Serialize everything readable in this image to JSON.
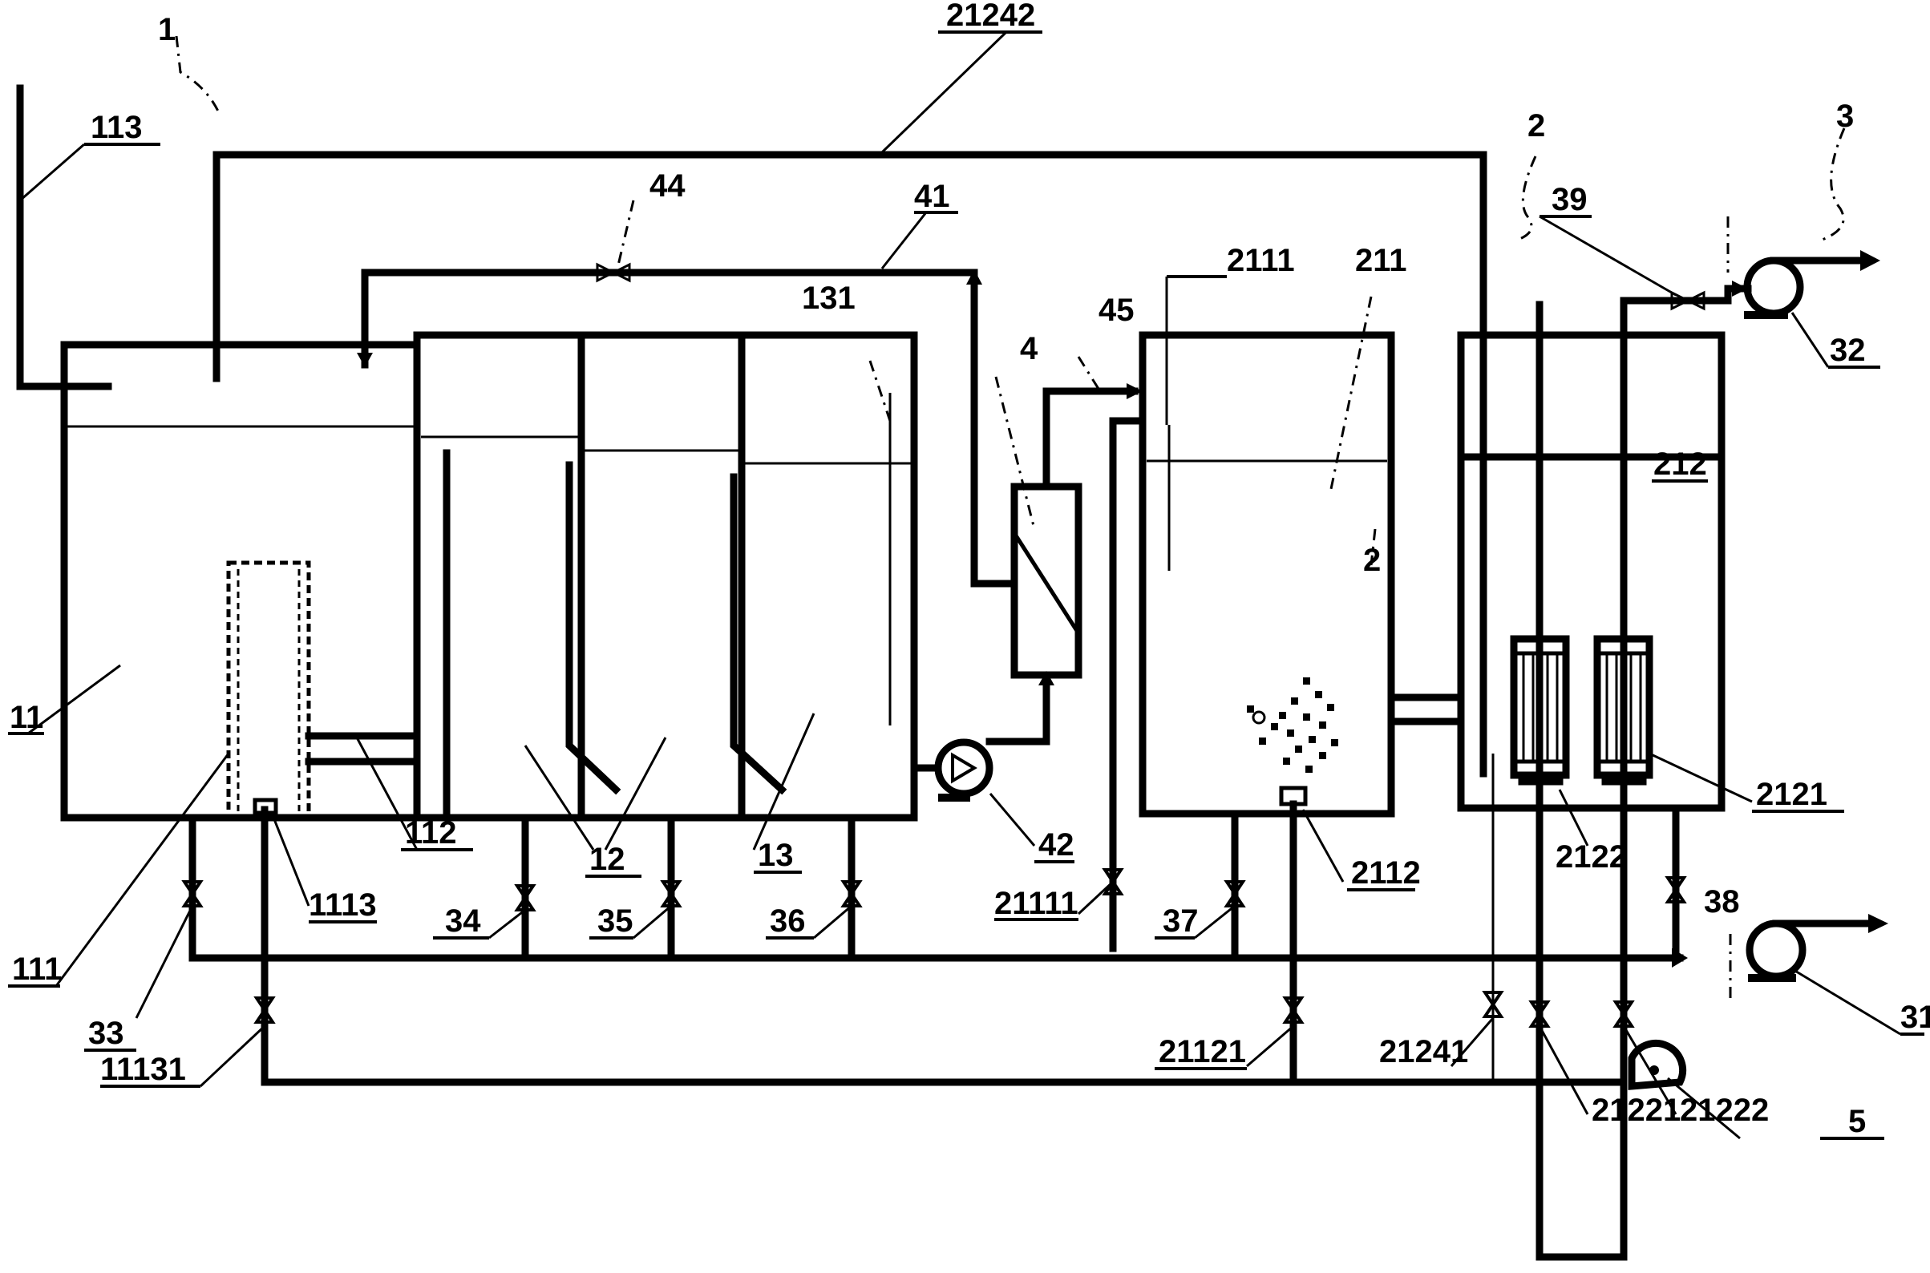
{
  "labels": {
    "l1": "1",
    "l113": "113",
    "l21242": "21242",
    "l44": "44",
    "l41": "41",
    "l131": "131",
    "l4": "4",
    "l45": "45",
    "l2111": "2111",
    "l211": "211",
    "l2": "2",
    "l2b": "2",
    "l39": "39",
    "l3": "3",
    "l32": "32",
    "l212": "212",
    "l11": "11",
    "l111": "111",
    "l1113": "1113",
    "l112": "112",
    "l12": "12",
    "l13": "13",
    "l42": "42",
    "l21111": "21111",
    "l2112": "2112",
    "l2122": "2122",
    "l2121": "2121",
    "l38": "38",
    "l31": "31",
    "l33": "33",
    "l34": "34",
    "l35": "35",
    "l36": "36",
    "l37": "37",
    "l11131": "11131",
    "l21121": "21121",
    "l21241": "21241",
    "l21221": "21221",
    "l21222": "21222",
    "l5": "5"
  }
}
